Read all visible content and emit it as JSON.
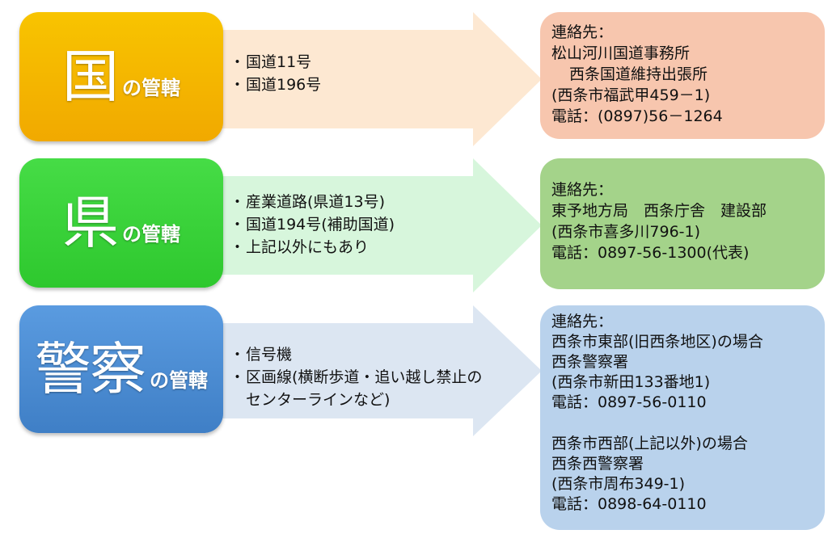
{
  "rows": [
    {
      "authority_big": "国",
      "authority_small": "の管轄",
      "items": [
        "国道11号",
        "国道196号"
      ],
      "contact": [
        "連絡先：",
        "松山河川国道事務所",
        "西条国道維持出張所",
        "(西条市福武甲459－1)",
        "電話：(0897)56－1264"
      ],
      "colors": {
        "box": "#F6B800",
        "arrow": "#FDE8D2",
        "contact": "#F7C6AE"
      }
    },
    {
      "authority_big": "県",
      "authority_small": "の管轄",
      "items": [
        "産業道路(県道13号)",
        "国道194号(補助国道)",
        "上記以外にもあり"
      ],
      "contact": [
        "連絡先：",
        "東予地方局　西条庁舎　建設部",
        "(西条市喜多川796-1)",
        "電話：0897-56-1300(代表)"
      ],
      "colors": {
        "box": "#3CD33C",
        "arrow": "#D7F6DC",
        "contact": "#A4D38A"
      }
    },
    {
      "authority_big": "警察",
      "authority_small": "の管轄",
      "items": [
        "信号機",
        "区画線(横断歩道・追い越し禁止のセンターラインなど)"
      ],
      "contact": [
        "連絡先：",
        "西条市東部(旧西条地区)の場合",
        "西条警察署",
        "(西条市新田133番地1)",
        "電話：0897-56-0110",
        "",
        "西条市西部(上記以外)の場合",
        "西条西警察署",
        "(西条市周布349-1)",
        "電話：0898-64-0110"
      ],
      "colors": {
        "box": "#4F8FD6",
        "arrow": "#DCE6F2",
        "contact": "#B9D2EC"
      }
    }
  ]
}
